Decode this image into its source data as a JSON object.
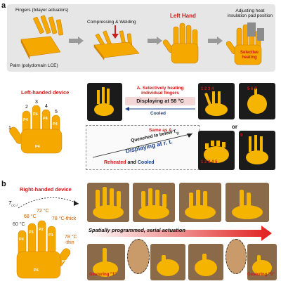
{
  "panel_a": {
    "letter": "a",
    "fingers_label": "Fingers (bilayer actuators)",
    "palm_label": "Palm (polydomain LCE)",
    "step_compress": "Compressing & Welding",
    "left_hand": "Left Hand",
    "adjusting": "Adjusting heat insulation pad position",
    "selective_heating": "Selective heating",
    "left_device": "Left-handed device",
    "finger_numbers": [
      "1",
      "2",
      "3",
      "4",
      "5"
    ],
    "phase_tags": [
      "P4",
      "P4",
      "P4",
      "P4",
      "P4",
      "P4"
    ],
    "step_a_title": "A. Selectively heating individual fingers",
    "displaying_58": "Displaying at 58 °C",
    "cooled": "Cooled",
    "or": "or",
    "same_as": "Same as A.",
    "quenched": "Quenched to below T",
    "quenched_sub": "g",
    "displaying_rt": "Displaying at r. t.",
    "reheated": "Reheated",
    "and_word": " and ",
    "cooled2": "Cooled",
    "photo_nums_1": [
      "1",
      "2",
      "3",
      "4"
    ],
    "photo_nums_2": [
      "5",
      "6",
      "7"
    ],
    "photo_nums_3": [
      "1",
      "2",
      "3",
      "4",
      "5"
    ],
    "photo_nums_4": [
      "9"
    ]
  },
  "panel_b": {
    "letter": "b",
    "right_device": "Right-handed device",
    "t_lc": "T",
    "t_lc_sub": "LC-I",
    "t72": "72 °C",
    "t68": "68 °C",
    "t78thick": "78 °C-thick",
    "t60": "60 °C",
    "t78thin": "78 °C",
    "t78thin2": "-thin",
    "tags": [
      "P4",
      "P3",
      "P2",
      "P1",
      "P4",
      "P1"
    ],
    "arrow_text": "Spatially programmed, serial actuation",
    "cap_left": "Gesturing \"1\"",
    "cap_right": "Gesturing \"5\""
  },
  "colors": {
    "hand": "#f5a800",
    "hand_dark": "#d98a00",
    "accent_red": "#d01818",
    "arrow_gray": "#9a9a9a",
    "blue": "#1c3f8a"
  }
}
